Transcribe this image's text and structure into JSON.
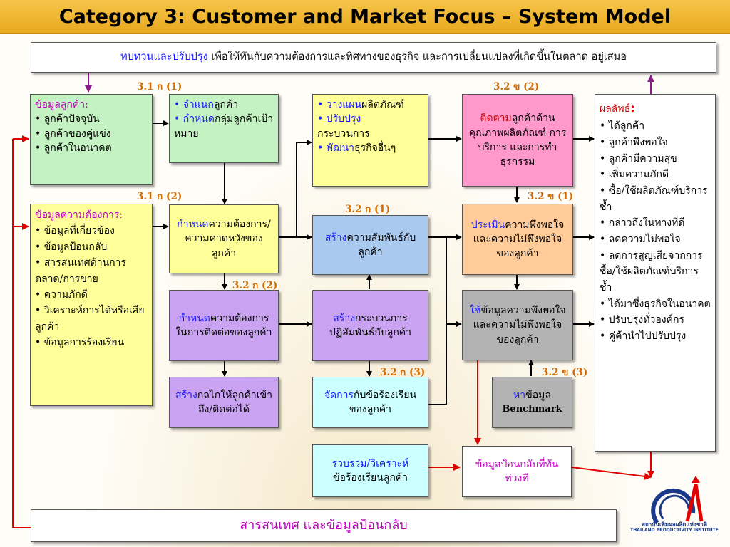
{
  "title": "Category 3: Customer and Market Focus – System Model",
  "top_banner": {
    "prefix": "ทบทวนและปรับปรุง",
    "text": " เพื่อให้ทันกับความต้องการและทิศทางของธุรกิจ และการเปลี่ยนแปลงที่เกิดขึ้นในตลาด อยู่เสมอ"
  },
  "bottom_banner": "สารสนเทศ และข้อมูลป้อนกลับ",
  "tags": {
    "t31a1": "3.1 ก (1)",
    "t31a2": "3.1 ก (2)",
    "t32b2": "3.2 ข (2)",
    "t32b1": "3.2 ข (1)",
    "t32a1": "3.2 ก (1)",
    "t32a2": "3.2 ก (2)",
    "t32a3": "3.2 ก (3)",
    "t32b3": "3.2 ข (3)"
  },
  "customer_info": {
    "heading": "ข้อมูลลูกค้า:",
    "items": [
      "ลูกค้าปัจจุบัน",
      "ลูกค้าของคู่แข่ง",
      "ลูกค้าในอนาคต"
    ]
  },
  "requirement_info": {
    "heading": "ข้อมูลความต้องการ:",
    "items": [
      "ข้อมูลที่เกี่ยวข้อง",
      "ข้อมูลป้อนกลับ",
      "สารสนเทศด้านการตลาด/การขาย",
      "ความภักดี",
      "วิเคราะห์การได้หรือเสียลูกค้า",
      "ข้อมูลการร้องเรียน"
    ]
  },
  "segment": {
    "l1a": "จำแนก",
    "l1b": "ลูกค้า",
    "l2a": "กำหนด",
    "l2b": "กลุ่มลูกค้าเป้าหมาย"
  },
  "define_req": {
    "a": "กำหนด",
    "b": "ความต้องการ/ความคาดหวังของลูกค้า"
  },
  "define_contact": {
    "a": "กำหนด",
    "b": "ความต้องการในการติดต่อของลูกค้า"
  },
  "create_access": {
    "a": "สร้าง",
    "b": "กลไกให้ลูกค้าเข้าถึง/ติดต่อได้"
  },
  "plan": {
    "l1a": "วางแผน",
    "l1b": "ผลิตภัณฑ์",
    "l2a": "ปรับปรุง",
    "l2b": "กระบวนการ",
    "l3a": "พัฒนา",
    "l3b": "ธุรกิจอื่นๆ"
  },
  "relationship": {
    "a": "สร้าง",
    "b": "ความสัมพันธ์กับลูกค้า"
  },
  "interaction": {
    "a": "สร้าง",
    "b": "กระบวนการปฏิสัมพันธ์กับลูกค้า"
  },
  "complaint": {
    "a": "จัดการ",
    "b": "กับข้อร้องเรียนของลูกค้า"
  },
  "collect": {
    "a": "รวบรวม/วิเคราะห์",
    "b": "ข้อร้องเรียนลูกค้า"
  },
  "follow": {
    "a": "ติดตาม",
    "b": "ลูกค้าด้านคุณภาพผลิตภัณฑ์ การบริการ และการทำธุรกรรม"
  },
  "evaluate": {
    "a": "ประเมิน",
    "b": "ความพึงพอใจ และความไม่พึงพอใจของลูกค้า"
  },
  "use_data": {
    "a": "ใช้",
    "b": "ข้อมูลความพึงพอใจ และความไม่พึงพอใจของลูกค้า"
  },
  "benchmark": {
    "a": "หา",
    "b": "ข้อมูล",
    "c": "Benchmark"
  },
  "feedback": "ข้อมูลป้อนกลับที่ทันท่วงที",
  "results": {
    "heading": "ผลลัพธ์",
    "colon": ":",
    "items": [
      "ได้ลูกค้า",
      "ลูกค้าพึงพอใจ",
      "ลูกค้ามีความสุข",
      "เพิ่มความภักดี",
      "ซื้อ/ใช้ผลิตภัณฑ์บริการซ้ำ",
      "กล่าวถึงในทางที่ดี",
      "ลดความไม่พอใจ",
      "ลดการสูญเสียจากการซื้อ/ใช้ผลิตภัณฑ์บริการซ้ำ",
      "ได้มาซึ่งธุรกิจในอนาคต",
      "ปรับปรุงทั่วองค์กร",
      "คู่ค้านำไปปรับปรุง"
    ]
  },
  "logo": {
    "line1": "สถาบันเพิ่มผลผลิตแห่งชาติ",
    "line2": "THAILAND PRODUCTIVITY INSTITUTE",
    "icon": "tpi-logo-icon"
  },
  "colors": {
    "accent_red": "#e00000",
    "accent_purple": "#8b1a8b",
    "tag_orange": "#d26a00"
  }
}
